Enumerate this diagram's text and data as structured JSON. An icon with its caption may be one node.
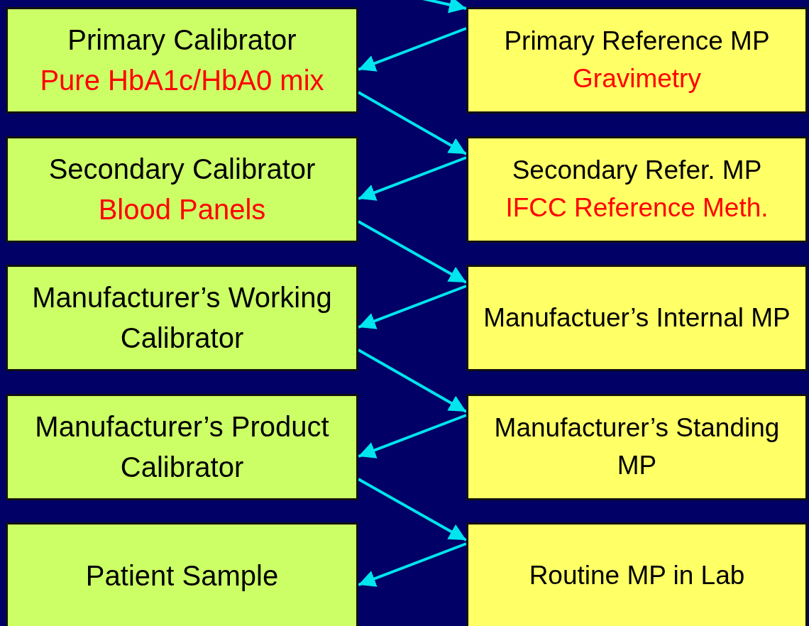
{
  "diagram": {
    "nodes": [
      {
        "text": [
          "Primary Calibrator",
          "Pure HbA1c/HbA0 mix"
        ]
      },
      {
        "text": [
          "Primary Reference MP",
          "Gravimetry"
        ]
      },
      {
        "text": [
          "Secondary Calibrator",
          "Blood Panels"
        ]
      },
      {
        "text": [
          "Secondary Refer. MP",
          "IFCC Reference Meth."
        ]
      },
      {
        "text": [
          "Manufacturer’s Working Calibrator"
        ]
      },
      {
        "text": [
          "Manufactuer’s Internal MP"
        ]
      },
      {
        "text": [
          "Manufacturer’s Product Calibrator"
        ]
      },
      {
        "text": [
          "Manufacturer’s Standing MP"
        ]
      },
      {
        "text": [
          "Patient Sample"
        ]
      },
      {
        "text": [
          "Routine MP in Lab"
        ]
      }
    ],
    "edges": [
      {
        "from": null,
        "to": 1,
        "arrow": "to"
      },
      {
        "from": 1,
        "to": 0,
        "arrow": "to"
      },
      {
        "from": 0,
        "to": 3,
        "arrow": "to"
      },
      {
        "from": 3,
        "to": 2,
        "arrow": "to"
      },
      {
        "from": 2,
        "to": 5,
        "arrow": "to"
      },
      {
        "from": 5,
        "to": 4,
        "arrow": "to"
      },
      {
        "from": 4,
        "to": 7,
        "arrow": "to"
      },
      {
        "from": 7,
        "to": 6,
        "arrow": "to"
      },
      {
        "from": 6,
        "to": 9,
        "arrow": "to"
      },
      {
        "from": 9,
        "to": 8,
        "arrow": "to"
      }
    ]
  }
}
